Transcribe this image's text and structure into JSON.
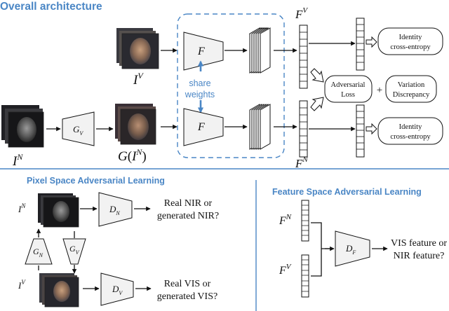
{
  "sections": {
    "overall": "Overall architecture",
    "pixel": "Pixel Space Adversarial Learning",
    "feature": "Feature Space Adversarial Learning"
  },
  "symbols": {
    "I": "I",
    "F": "F",
    "G": "G",
    "D": "D",
    "sup_V": "V",
    "sup_N": "N",
    "paren_open": "(",
    "paren_close": ")"
  },
  "share_weights": {
    "line1": "share",
    "line2": "weights"
  },
  "boxes": {
    "identity": {
      "line1": "Identity",
      "line2": "cross-entropy"
    },
    "adversarial": {
      "line1": "Adversarial",
      "line2": "Loss"
    },
    "plus": "+",
    "variation": {
      "line1": "Variation",
      "line2": "Discrepancy"
    }
  },
  "pixel_labels": {
    "nir": {
      "line1": "Real NIR or",
      "line2": "generated NIR?"
    },
    "vis": {
      "line1": "Real VIS or",
      "line2": "generated VIS?"
    }
  },
  "feature_labels": {
    "line1": "VIS feature or",
    "line2": "NIR feature?"
  },
  "colors": {
    "accent": "#4a86c5",
    "module_fill": "#f2f2f2",
    "stroke": "#111111"
  }
}
